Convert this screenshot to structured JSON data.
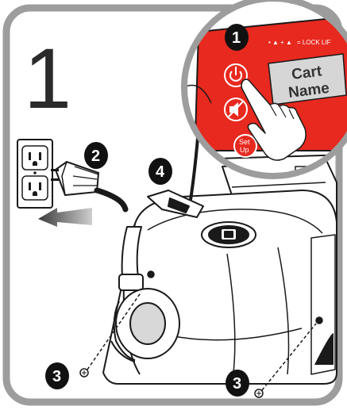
{
  "step": {
    "number": "1"
  },
  "callouts": {
    "power_button": "1",
    "plug": "2",
    "screw_left": "3",
    "screw_right": "3",
    "cable_holder": "4"
  },
  "panel": {
    "cart_label_line1": "Cart",
    "cart_label_line2": "Name",
    "lock_legend": "= LOCK LIF",
    "setup_line1": "Set",
    "setup_line2": "Up"
  },
  "colors": {
    "panel_red": "#e8291f",
    "frame_gray": "#9d9d9d",
    "badge_dark": "#111111",
    "outline": "#1a1a1a"
  },
  "icons": [
    "power-icon",
    "mute-icon",
    "setup-icon",
    "hand-pointer-icon",
    "wall-outlet-icon",
    "power-plug-icon",
    "pull-arrow-icon",
    "screw-icon"
  ]
}
